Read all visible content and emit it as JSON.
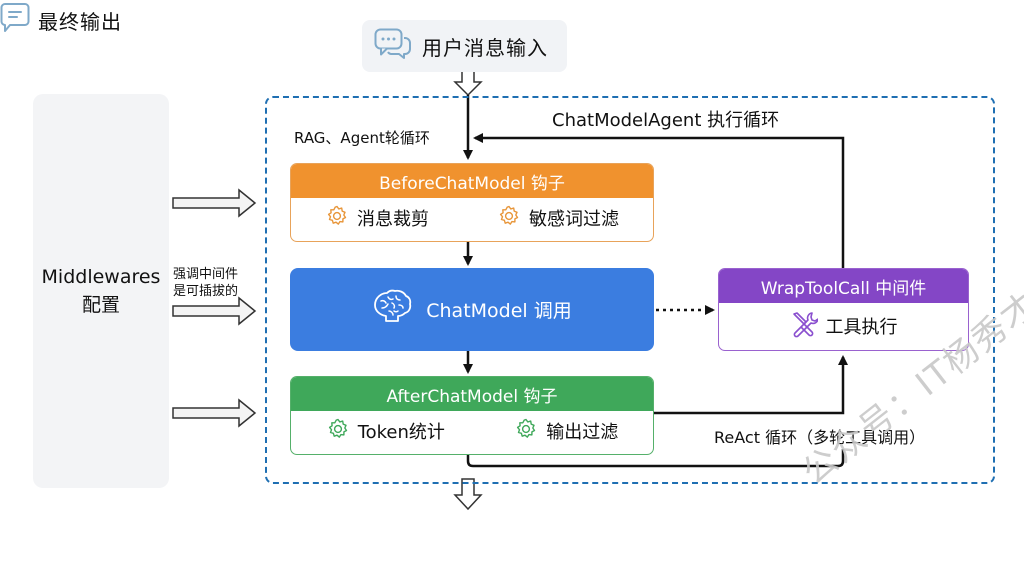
{
  "input": {
    "label": "用户消息输入",
    "icon": "chat-bubbles-icon"
  },
  "output": {
    "label": "最终输出",
    "icon": "message-icon"
  },
  "middleware_panel": {
    "line1": "Middlewares",
    "line2": "配置"
  },
  "middleware_note": {
    "line1": "强调中间件",
    "line2": "是可插拔的"
  },
  "loop_labels": {
    "agent_loop": "ChatModelAgent 执行循环",
    "rag_loop": "RAG、Agent轮循环",
    "react_loop": "ReAct 循环（多轮工具调用）"
  },
  "before_hook": {
    "title": "BeforeChatModel 钩子",
    "items": [
      {
        "label": "消息裁剪",
        "icon": "gear-icon"
      },
      {
        "label": "敏感词过滤",
        "icon": "gear-icon"
      }
    ]
  },
  "chat_model": {
    "label": "ChatModel 调用",
    "icon": "brain-icon"
  },
  "after_hook": {
    "title": "AfterChatModel 钩子",
    "items": [
      {
        "label": "Token统计",
        "icon": "gear-icon"
      },
      {
        "label": "输出过滤",
        "icon": "gear-icon"
      }
    ]
  },
  "wrap_tool_call": {
    "title": "WrapToolCall 中间件",
    "item": {
      "label": "工具执行",
      "icon": "tools-icon"
    }
  },
  "watermark": "公众号：IT杨秀才",
  "colors": {
    "before": "#f0922e",
    "chat_model": "#3b7de0",
    "after": "#3fa85a",
    "wrap": "#8446c6",
    "frame": "#1f6fb2"
  }
}
